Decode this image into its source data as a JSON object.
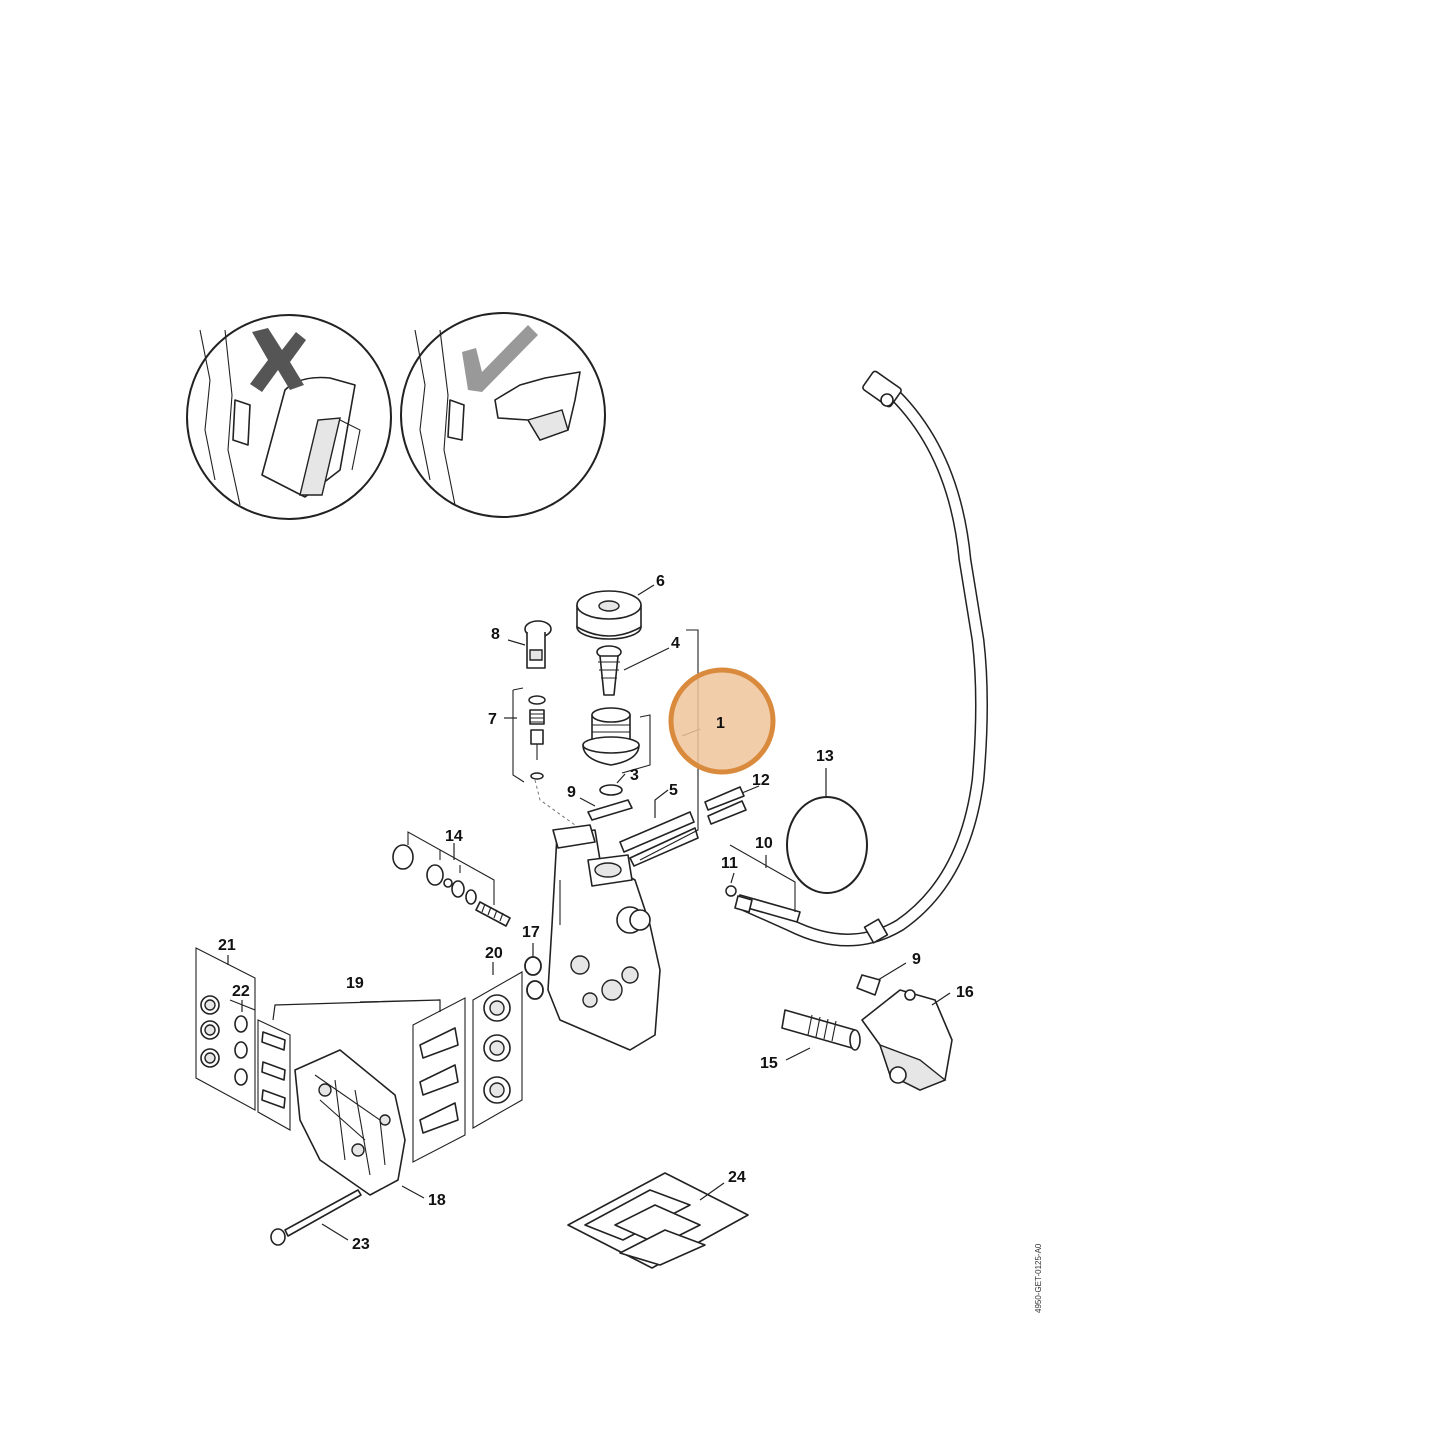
{
  "labels": {
    "p1": "1",
    "p3": "3",
    "p4": "4",
    "p5": "5",
    "p6": "6",
    "p7": "7",
    "p8": "8",
    "p9a": "9",
    "p9b": "9",
    "p10": "10",
    "p11": "11",
    "p12": "12",
    "p13": "13",
    "p14": "14",
    "p15": "15",
    "p16": "16",
    "p17": "17",
    "p18": "18",
    "p19": "19",
    "p20": "20",
    "p21": "21",
    "p22": "22",
    "p23": "23",
    "p24": "24"
  },
  "drawing_code": "4950-GET-0125-A0",
  "highlight_color": "#d98a3c",
  "highlight_fill": "#f0c49a",
  "wrong_mark_color": "#555555",
  "correct_mark_color": "#999999"
}
